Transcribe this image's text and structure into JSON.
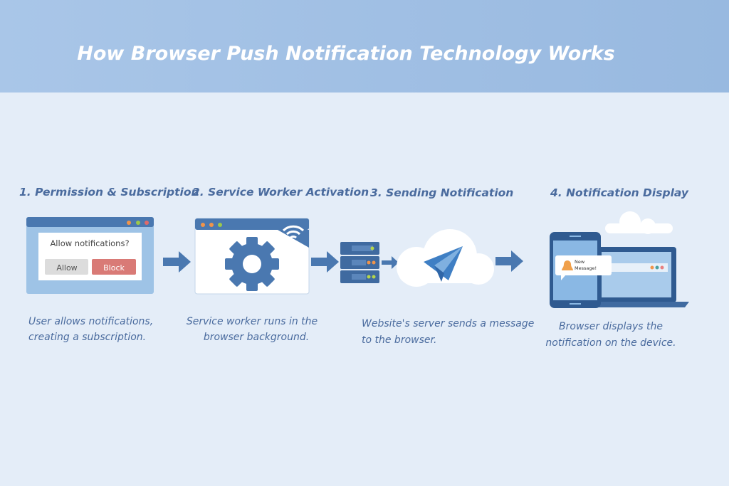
{
  "title": "How Browser Push Notification Technology Works",
  "steps": [
    {
      "heading": "1. Permission & Subscription",
      "desc": [
        "User allows notifications,",
        "creating a subscription."
      ]
    },
    {
      "heading": "2. Service Worker Activation",
      "desc": [
        "Service worker runs in the",
        "browser background."
      ]
    },
    {
      "heading": "3. Sending Notification",
      "desc": [
        "Website's server sends a message",
        "to the browser."
      ]
    },
    {
      "heading": "4. Notification Display",
      "desc": [
        "Browser displays the",
        "notification on the device."
      ]
    }
  ],
  "dialog": {
    "question": "Allow notifications?",
    "allow": "Allow",
    "block": "Block"
  },
  "notification": {
    "line1": "New",
    "line2": "Message!"
  },
  "colors": {
    "accent": "#4a78b0",
    "header": "#9dbde3",
    "block": "#d97a76",
    "background": "#e4edf8"
  }
}
